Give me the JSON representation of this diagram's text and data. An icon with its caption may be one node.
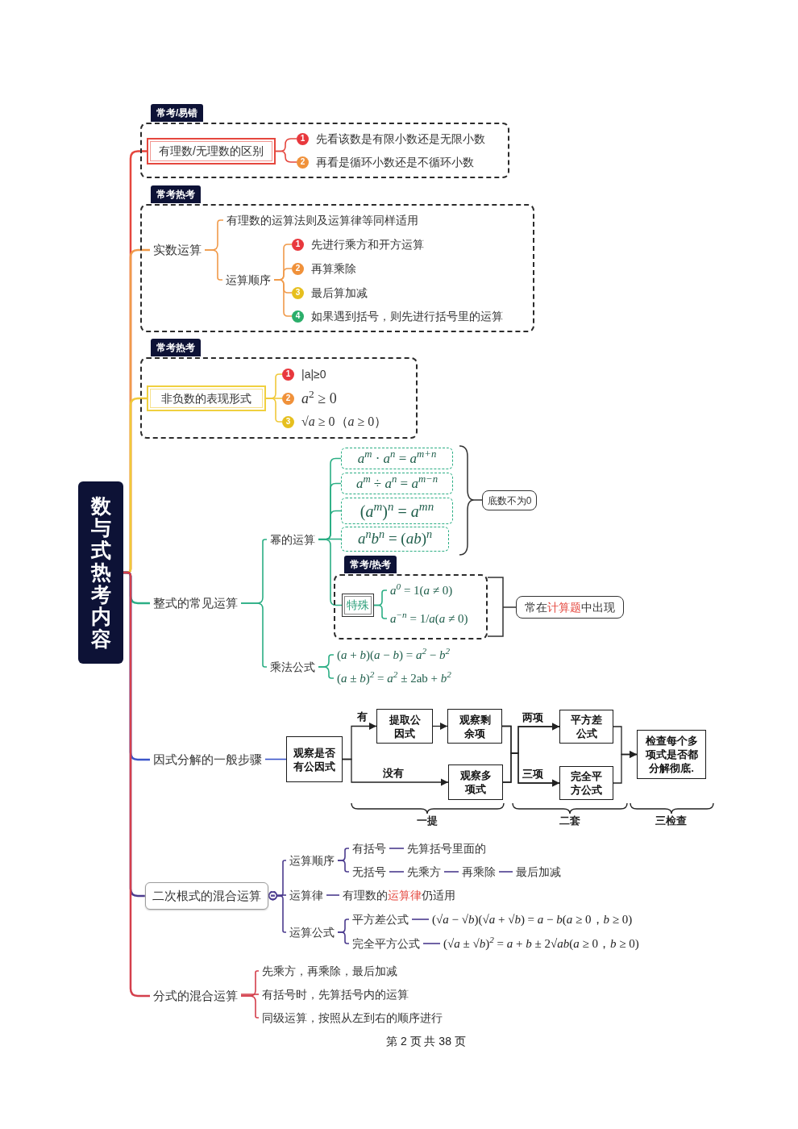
{
  "diagram": {
    "nodes": [
      {
        "text": [
          "数与式热考内容"
        ]
      },
      {
        "text": [
          "常考/易错"
        ]
      },
      {
        "text": [
          "有理数/无理数的区别"
        ],
        "in": 1
      },
      {
        "text": [
          "1",
          "先看该数是有限小数还是无限小数"
        ],
        "in": 1
      },
      {
        "text": [
          "2",
          "再看是循环小数还是不循环小数"
        ],
        "in": 1
      },
      {
        "text": [
          "常考热考"
        ]
      },
      {
        "text": [
          "实数运算"
        ],
        "in": 5
      },
      {
        "text": [
          "有理数的运算法则及运算律等同样适用"
        ],
        "in": 5
      },
      {
        "text": [
          "运算顺序"
        ],
        "in": 5
      },
      {
        "text": [
          "1",
          "先进行乘方和开方运算"
        ],
        "in": 5
      },
      {
        "text": [
          "2",
          "再算乘除"
        ],
        "in": 5
      },
      {
        "text": [
          "3",
          "最后算加减"
        ],
        "in": 5
      },
      {
        "text": [
          "4",
          "如果遇到括号，则先进行括号里的运算"
        ],
        "in": 5
      },
      {
        "text": [
          "常考热考"
        ]
      },
      {
        "text": [
          "非负数的表现形式"
        ],
        "in": 13
      },
      {
        "text": [
          "1",
          "|a|≥0"
        ],
        "in": 13
      },
      {
        "text": [
          "2",
          "*a*$^{2}$ ≥ 0"
        ],
        "in": 13
      },
      {
        "text": [
          "3",
          "√*a* ≥ 0（*a* ≥ 0）"
        ],
        "in": 13
      },
      {
        "text": [
          "整式的常见运算"
        ]
      },
      {
        "text": [
          "幂的运算"
        ]
      },
      {
        "text": [
          "*a*$^{m}$ · *a*$^{n}$ = *a*$^{m+n}$"
        ]
      },
      {
        "text": [
          "*a*$^{m}$ ÷ *a*$^{n}$ = *a*$^{m−n}$"
        ]
      },
      {
        "text": [
          "(*a*$^{m}$)$^{n}$ = *a*$^{mn}$"
        ]
      },
      {
        "text": [
          "*a*$^{n}$*b*$^{n}$ = (*ab*)$^{n}$"
        ]
      },
      {
        "text": [
          "底数不为0"
        ]
      },
      {
        "text": [
          "常考/热考"
        ]
      },
      {
        "text": [
          "特殊"
        ],
        "in": 25
      },
      {
        "text": [
          "*a*$^{0}$ = 1(*a* ≠ 0)"
        ],
        "in": 25
      },
      {
        "text": [
          "*a*$^{−n}$ = 1/*a*(*a* ≠ 0)"
        ],
        "in": 25
      },
      {
        "text": [
          "常在**计算题**中出现"
        ]
      },
      {
        "text": [
          "乘法公式"
        ]
      },
      {
        "text": [
          "(*a* + *b*)(*a* − *b*) = *a*$^{2}$ − *b*$^{2}$"
        ]
      },
      {
        "text": [
          "(*a* ± *b*)$^{2}$ = *a*$^{2}$ ± 2ab + *b*$^{2}$"
        ]
      },
      {
        "text": [
          "因式分解的一般步骤"
        ]
      },
      {
        "text": [
          "观察是否有公因式"
        ]
      },
      {
        "text": [
          "提取公因式"
        ]
      },
      {
        "text": [
          "观察剩余项"
        ]
      },
      {
        "text": [
          "观察多项式"
        ]
      },
      {
        "text": [
          "平方差公式"
        ]
      },
      {
        "text": [
          "完全平方公式"
        ]
      },
      {
        "text": [
          "检查每个多项式是否都分解彻底."
        ]
      },
      {
        "text": [
          "二次根式的混合运算"
        ]
      },
      {
        "text": [
          "运算顺序"
        ]
      },
      {
        "text": [
          "有括号"
        ]
      },
      {
        "text": [
          "先算括号里面的"
        ]
      },
      {
        "text": [
          "无括号"
        ]
      },
      {
        "text": [
          "先乘方"
        ]
      },
      {
        "text": [
          "再乘除"
        ]
      },
      {
        "text": [
          "最后加减"
        ]
      },
      {
        "text": [
          "运算律"
        ]
      },
      {
        "text": [
          "有理数的**运算律**仍适用"
        ]
      },
      {
        "text": [
          "运算公式"
        ]
      },
      {
        "text": [
          "平方差公式"
        ]
      },
      {
        "text": [
          "(√*a* − √*b*)(√*a* + √*b*) = *a* − *b*(*a* ≥ 0，*b* ≥ 0)"
        ]
      },
      {
        "text": [
          "完全平方公式"
        ]
      },
      {
        "text": [
          "(√*a* ± √*b*)$^{2}$ = *a* + *b* ± 2√*ab*(*a* ≥ 0，*b* ≥ 0)"
        ]
      },
      {
        "text": [
          "分式的混合运算"
        ]
      },
      {
        "text": [
          "先乘方，再乘除，最后加减"
        ]
      },
      {
        "text": [
          "有括号时，先算括号内的运算"
        ]
      },
      {
        "text": [
          "同级运算，按照从左到右的顺序进行"
        ]
      }
    ],
    "edges": [
      {
        "from": 0,
        "to": 2,
        "arrow": "none",
        "color": "#e5473e"
      },
      {
        "from": 0,
        "to": 6,
        "arrow": "none",
        "color": "#f09a4a"
      },
      {
        "from": 0,
        "to": 14,
        "arrow": "none",
        "color": "#f0c93a"
      },
      {
        "from": 0,
        "to": 18,
        "arrow": "none",
        "color": "#2bae84"
      },
      {
        "from": 0,
        "to": 33,
        "arrow": "none",
        "color": "#3b55c9"
      },
      {
        "from": 0,
        "to": 41,
        "arrow": "none",
        "color": "#4b3b8e"
      },
      {
        "from": 0,
        "to": 56,
        "arrow": "none",
        "color": "#d43f4c"
      },
      {
        "from": 2,
        "to": 3,
        "arrow": "none",
        "color": "#e5473e"
      },
      {
        "from": 2,
        "to": 4,
        "arrow": "none",
        "color": "#e5473e"
      },
      {
        "from": 6,
        "to": 7,
        "arrow": "none",
        "color": "#f09a4a"
      },
      {
        "from": 6,
        "to": 8,
        "arrow": "none",
        "color": "#f09a4a"
      },
      {
        "from": 8,
        "to": 9,
        "arrow": "none",
        "color": "#f09a4a"
      },
      {
        "from": 8,
        "to": 10,
        "arrow": "none",
        "color": "#f09a4a"
      },
      {
        "from": 8,
        "to": 11,
        "arrow": "none",
        "color": "#f09a4a"
      },
      {
        "from": 8,
        "to": 12,
        "arrow": "none",
        "color": "#f09a4a"
      },
      {
        "from": 14,
        "to": 15,
        "arrow": "none",
        "color": "#f0c93a"
      },
      {
        "from": 14,
        "to": 16,
        "arrow": "none",
        "color": "#f0c93a"
      },
      {
        "from": 14,
        "to": 17,
        "arrow": "none",
        "color": "#f0c93a"
      },
      {
        "from": 18,
        "to": 19,
        "arrow": "none",
        "color": "#2bae84"
      },
      {
        "from": 19,
        "to": 20,
        "arrow": "none",
        "color": "#2bae84"
      },
      {
        "from": 19,
        "to": 21,
        "arrow": "none",
        "color": "#2bae84"
      },
      {
        "from": 19,
        "to": 22,
        "arrow": "none",
        "color": "#2bae84"
      },
      {
        "from": 19,
        "to": 23,
        "arrow": "none",
        "color": "#2bae84"
      },
      {
        "from": 19,
        "to": 26,
        "arrow": "none",
        "color": "#2bae84"
      },
      {
        "from": 26,
        "to": 27,
        "arrow": "none",
        "color": "#2bae84"
      },
      {
        "from": 26,
        "to": 28,
        "arrow": "none",
        "color": "#2bae84"
      },
      {
        "from": 18,
        "to": 30,
        "arrow": "none",
        "color": "#2bae84"
      },
      {
        "from": 30,
        "to": 31,
        "arrow": "none",
        "color": "#2bae84"
      },
      {
        "from": 30,
        "to": 32,
        "arrow": "none",
        "color": "#2bae84"
      },
      {
        "from": 33,
        "to": 34,
        "arrow": "none",
        "color": "#3b55c9"
      },
      {
        "from": 34,
        "to": 35,
        "arrow": "to",
        "label": "有",
        "color": "#222222"
      },
      {
        "from": 34,
        "to": 37,
        "arrow": "to",
        "label": "没有",
        "color": "#222222"
      },
      {
        "from": 35,
        "to": 36,
        "arrow": "to",
        "color": "#222222"
      },
      {
        "from": 36,
        "to": 38,
        "arrow": "to",
        "label": "两项",
        "color": "#222222"
      },
      {
        "from": 36,
        "to": 39,
        "arrow": "to",
        "label": "三项",
        "color": "#222222"
      },
      {
        "from": 37,
        "to": 38,
        "arrow": "to",
        "color": "#222222"
      },
      {
        "from": 37,
        "to": 39,
        "arrow": "to",
        "color": "#222222"
      },
      {
        "from": 38,
        "to": 40,
        "arrow": "to",
        "color": "#222222"
      },
      {
        "from": 39,
        "to": 40,
        "arrow": "to",
        "color": "#222222"
      },
      {
        "from": 41,
        "to": 42,
        "arrow": "other",
        "color": "#4b3b8e"
      },
      {
        "from": 42,
        "to": 43,
        "arrow": "none",
        "color": "#4b3b8e"
      },
      {
        "from": 43,
        "to": 44,
        "arrow": "none",
        "color": "#4b3b8e"
      },
      {
        "from": 42,
        "to": 45,
        "arrow": "none",
        "color": "#4b3b8e"
      },
      {
        "from": 45,
        "to": 46,
        "arrow": "none",
        "color": "#4b3b8e"
      },
      {
        "from": 46,
        "to": 47,
        "arrow": "none",
        "color": "#4b3b8e"
      },
      {
        "from": 47,
        "to": 48,
        "arrow": "none",
        "color": "#4b3b8e"
      },
      {
        "from": 41,
        "to": 49,
        "arrow": "other",
        "color": "#4b3b8e"
      },
      {
        "from": 49,
        "to": 50,
        "arrow": "none",
        "color": "#4b3b8e"
      },
      {
        "from": 41,
        "to": 51,
        "arrow": "other",
        "color": "#4b3b8e"
      },
      {
        "from": 51,
        "to": 52,
        "arrow": "none",
        "color": "#4b3b8e"
      },
      {
        "from": 52,
        "to": 53,
        "arrow": "none",
        "color": "#4b3b8e"
      },
      {
        "from": 51,
        "to": 54,
        "arrow": "none",
        "color": "#4b3b8e"
      },
      {
        "from": 54,
        "to": 55,
        "arrow": "none",
        "color": "#4b3b8e"
      },
      {
        "from": 56,
        "to": 57,
        "arrow": "none",
        "color": "#d43f4c"
      },
      {
        "from": 56,
        "to": 58,
        "arrow": "none",
        "color": "#d43f4c"
      },
      {
        "from": 56,
        "to": 59,
        "arrow": "none",
        "color": "#d43f4c"
      },
      {
        "from": 25,
        "to": 29,
        "arrow": "none",
        "color": "#333333"
      }
    ],
    "labels": [
      "一提",
      "二套",
      "三检查",
      "第 2 页 共 38 页"
    ]
  }
}
